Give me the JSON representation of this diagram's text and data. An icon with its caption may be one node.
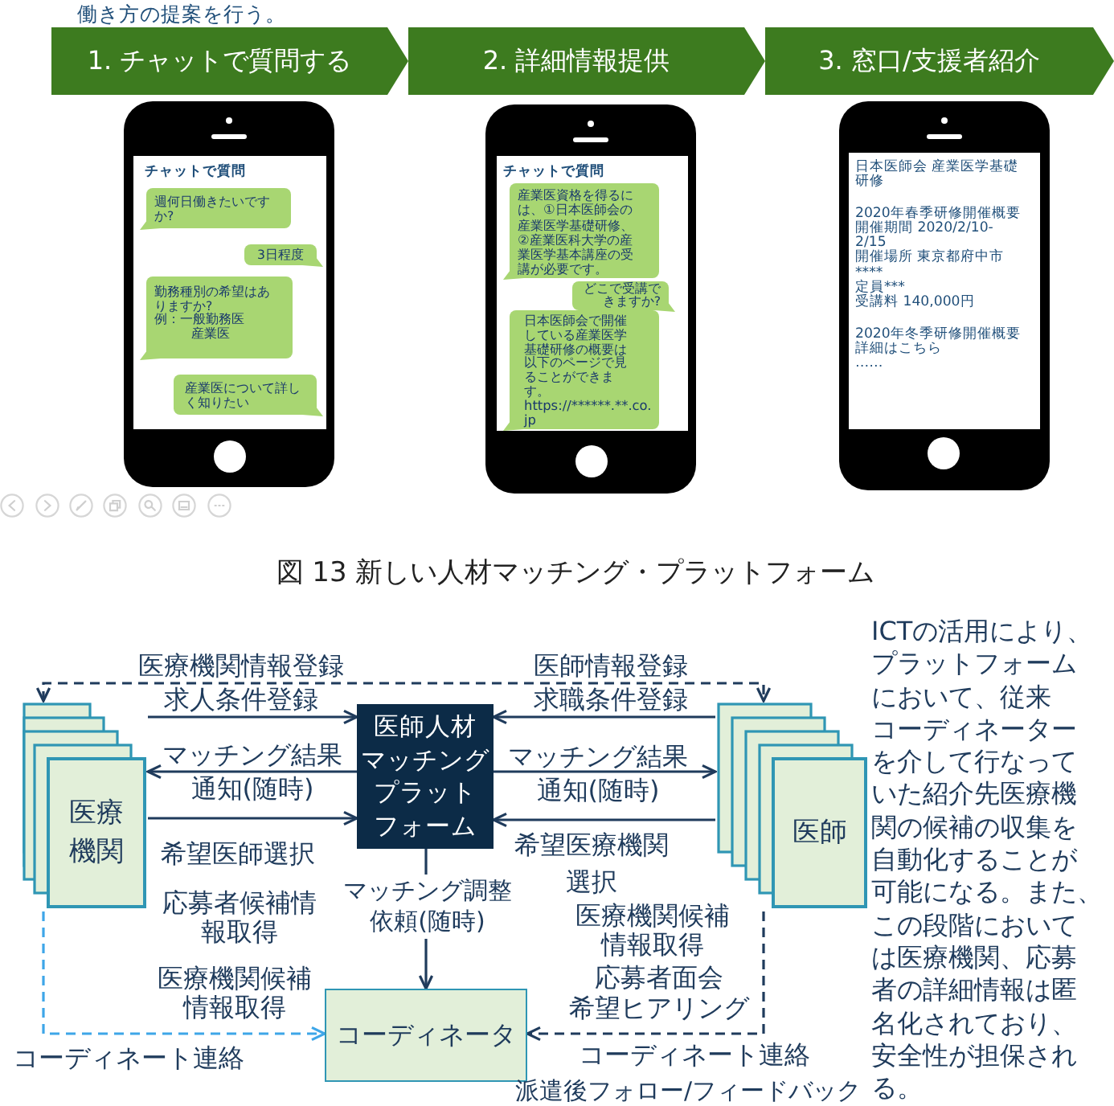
{
  "diagram": {
    "caption": "図 13 新しい人材マッチング・プラットフォーム",
    "nodes": [
      {
        "text": [
          "1. チャットで質問する"
        ]
      },
      {
        "text": [
          "2. 詳細情報提供"
        ]
      },
      {
        "text": [
          "3. 窓口/支援者紹介"
        ]
      },
      {
        "text": [
          "チャットで質問"
        ]
      },
      {
        "text": [
          "週何日働きたいですか?"
        ],
        "in": 3
      },
      {
        "text": [
          "3日程度"
        ],
        "in": 3
      },
      {
        "text": [
          "勤務種別の希望はありますか?",
          "例：一般勤務医",
          "産業医"
        ],
        "in": 3
      },
      {
        "text": [
          "産業医について詳しく知りたい"
        ],
        "in": 3
      },
      {
        "text": [
          "チャットで質問"
        ]
      },
      {
        "text": [
          "産業医資格を得るには、①日本医師会の産業医学基礎研修、②産業医科大学の産業医学基本講座の受講が必要です。"
        ],
        "in": 8
      },
      {
        "text": [
          "どこで受講できますか?"
        ],
        "in": 8
      },
      {
        "text": [
          "日本医師会で開催している産業医学基礎研修の概要は以下のページで見ることができます。",
          "https://******.**.co.jp"
        ],
        "in": 8
      },
      {
        "text": [
          "日本医師会 産業医学基礎研修",
          "2020年春季研修開催概要",
          "開催期間 2020/2/10-2/15",
          "開催場所 東京都府中市****",
          "定員***",
          "受講料 140,000円",
          "2020年冬季研修開催概要",
          "詳細はこちら",
          "……"
        ]
      },
      {
        "text": [
          "医療機関"
        ]
      },
      {
        "text": [
          "医師人材マッチングプラットフォーム"
        ]
      },
      {
        "text": [
          "医師"
        ]
      },
      {
        "text": [
          "コーディネータ"
        ]
      }
    ],
    "edges": [
      {
        "from": 13,
        "to": 14,
        "arrow": "to",
        "label": "求人条件登録"
      },
      {
        "from": 14,
        "to": 13,
        "arrow": "to",
        "label": "マッチング結果通知(随時)"
      },
      {
        "from": 13,
        "to": 14,
        "arrow": "to",
        "label": "希望医師選択"
      },
      {
        "from": 15,
        "to": 14,
        "arrow": "to",
        "label": "求職条件登録"
      },
      {
        "from": 14,
        "to": 15,
        "arrow": "to",
        "label": "マッチング結果通知(随時)"
      },
      {
        "from": 15,
        "to": 14,
        "arrow": "to",
        "label": "希望医療機関選択"
      },
      {
        "from": 14,
        "to": 16,
        "arrow": "to",
        "label": "マッチング調整依頼(随時)"
      },
      {
        "from": 13,
        "to": 16,
        "arrow": "to",
        "label": "コーディネート連絡",
        "style": "dashed",
        "color": "#3ea6e8"
      },
      {
        "from": 15,
        "to": 16,
        "arrow": "to",
        "label": "コーディネート連絡",
        "style": "dashed"
      },
      {
        "from": 13,
        "to": 15,
        "arrow": "both",
        "style": "dashed"
      }
    ],
    "labels": [
      "働き方の提案を行う。",
      "医療機関情報登録",
      "医師情報登録",
      "ICTの活用により、プラットフォームにおいて、従来コーディネーターを介して行なっていた紹介先医療機関の候補の収集を自動化することが可能になる。また、この段階においては医療機関、応募者の詳細情報は匿名化されており、安全性が担保される。",
      "応募者候補情報取得",
      "医療機関候補情報取得",
      "医療機関候補情報取得",
      "応募者面会",
      "希望ヒアリング",
      "派遣後フォロー/フィードバック"
    ]
  }
}
